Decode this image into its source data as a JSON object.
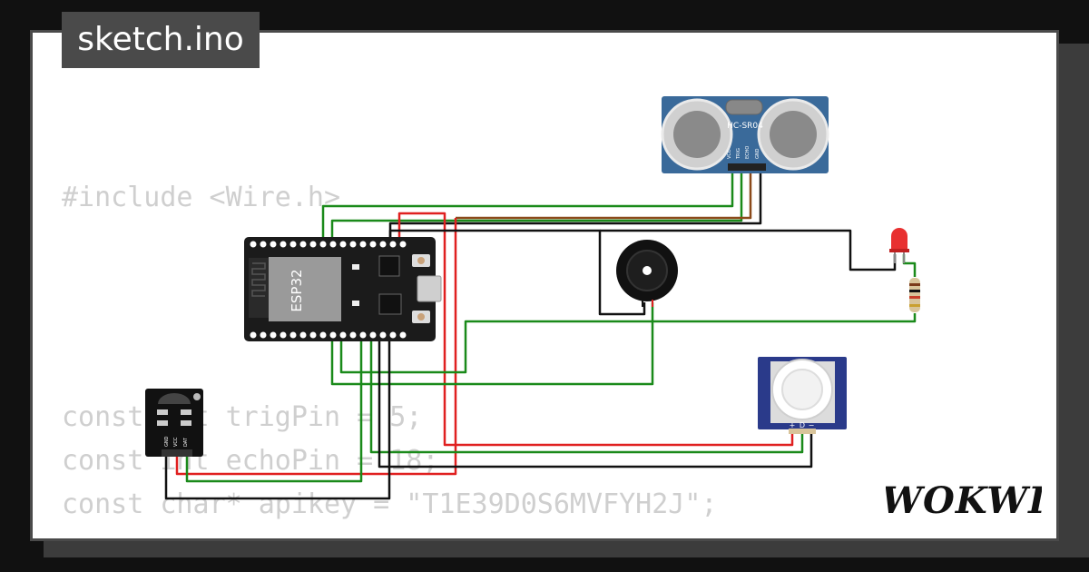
{
  "title": "sketch.ino",
  "code_lines": [
    "#include <Wire.h>",
    "const int trigPin = 5;",
    "const int echoPin = 18;",
    "const char* apikey = \"T1E39D0S6MVFYH2J\";"
  ],
  "brand": "WOKWI",
  "components": {
    "ultrasonic_label": "HC-SR04",
    "ultrasonic_pins": [
      "VCC",
      "TRIG",
      "ECHO",
      "GND"
    ],
    "mcu_label": "ESP32",
    "ir_pins": [
      "GND",
      "VCC",
      "DAT"
    ],
    "pir_pins": [
      "+",
      "D",
      "−"
    ]
  },
  "colors": {
    "wire_green": "#1a8a1a",
    "wire_red": "#e02020",
    "wire_black": "#111111",
    "board_blue": "#3a6a9a",
    "esp_board": "#1b1b1b"
  }
}
